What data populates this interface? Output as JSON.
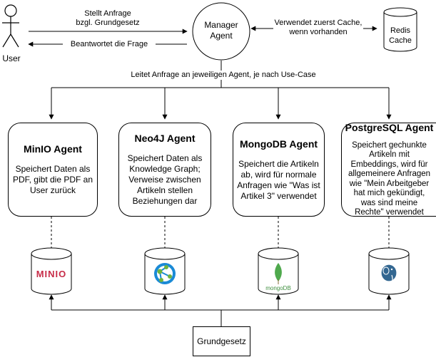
{
  "actor": {
    "label": "User"
  },
  "manager": {
    "label": "Manager\nAgent"
  },
  "redis": {
    "label": "Redis\nCache"
  },
  "edges": {
    "user_to_manager": "Stellt Anfrage\nbzgl. Grundgesetz",
    "manager_to_user": "Beantwortet die Frage",
    "manager_redis": "Verwendet zuerst Cache,\nwenn vorhanden",
    "routing": "Leitet Anfrage an jeweiligen Agent, je nach Use-Case"
  },
  "agents": [
    {
      "title": "MinIO Agent",
      "desc": "Speichert Daten als\nPDF, gibt die PDF an\nUser zurück",
      "db_icon": "minio-logo",
      "db_text": "MINIO"
    },
    {
      "title": "Neo4J Agent",
      "desc": "Speichert Daten als\nKnowledge Graph;\nVerweise zwischen\nArtikeln stellen\nBeziehungen dar",
      "db_icon": "neo4j-logo",
      "db_text": ""
    },
    {
      "title": "MongoDB Agent",
      "desc": "Speichert die Artikeln\nab, wird für normale\nAnfragen wie \"Was ist\nArtikel 3\" verwendet",
      "db_icon": "mongodb-logo",
      "db_text": "mongoDB"
    },
    {
      "title": "PostgreSQL Agent",
      "desc": "Speichert gechunkte\nArtikeln mit\nEmbeddings, wird für\nallgemeinere Anfragen\nwie \"Mein Arbeitgeber\nhat mich gekündigt,\nwas sind meine\nRechte\" verwendet",
      "db_icon": "postgresql-logo",
      "db_text": ""
    }
  ],
  "source": {
    "label": "Grundgesetz"
  },
  "colors": {
    "stroke": "#000000",
    "minio": "#c72c48",
    "neo4j_blue": "#1a8ad6",
    "neo4j_green": "#6fb43e",
    "mongo_green": "#4fa94d",
    "mongo_text": "#3f8f3f",
    "pg_blue": "#336791"
  }
}
